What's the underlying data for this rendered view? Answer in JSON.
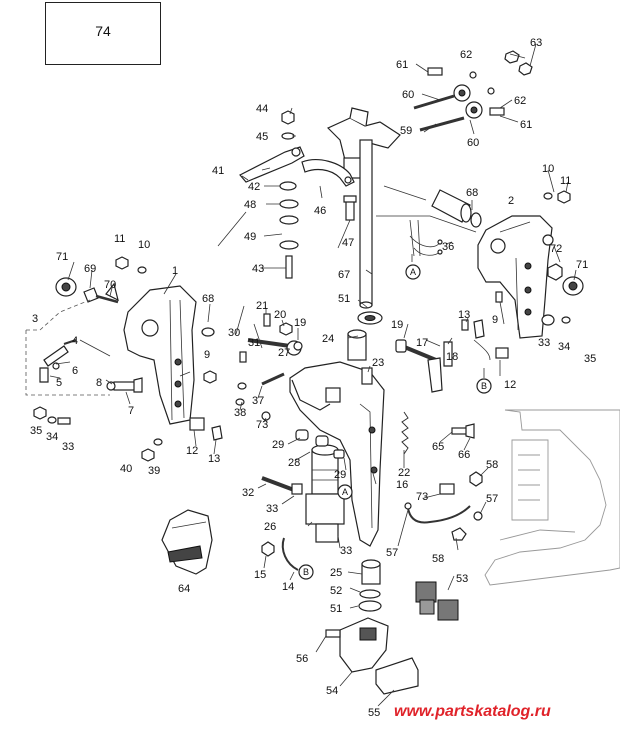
{
  "diagram": {
    "ref_box": "74",
    "watermark": "www.partskatalog.ru",
    "connectors": [
      "A",
      "B"
    ],
    "callouts": [
      {
        "id": "c63",
        "label": "63"
      },
      {
        "id": "c62a",
        "label": "62"
      },
      {
        "id": "c61a",
        "label": "61"
      },
      {
        "id": "c60a",
        "label": "60"
      },
      {
        "id": "c62b",
        "label": "62"
      },
      {
        "id": "c59",
        "label": "59"
      },
      {
        "id": "c61b",
        "label": "61"
      },
      {
        "id": "c60b",
        "label": "60"
      },
      {
        "id": "c44",
        "label": "44"
      },
      {
        "id": "c45",
        "label": "45"
      },
      {
        "id": "c41",
        "label": "41"
      },
      {
        "id": "c42",
        "label": "42"
      },
      {
        "id": "c48",
        "label": "48"
      },
      {
        "id": "c46",
        "label": "46"
      },
      {
        "id": "c49",
        "label": "49"
      },
      {
        "id": "c47",
        "label": "47"
      },
      {
        "id": "c43",
        "label": "43"
      },
      {
        "id": "c67",
        "label": "67"
      },
      {
        "id": "c10a",
        "label": "10"
      },
      {
        "id": "c11a",
        "label": "11"
      },
      {
        "id": "c68a",
        "label": "68"
      },
      {
        "id": "c2",
        "label": "2"
      },
      {
        "id": "c36",
        "label": "36"
      },
      {
        "id": "c72",
        "label": "72"
      },
      {
        "id": "c71a",
        "label": "71"
      },
      {
        "id": "c11b",
        "label": "11"
      },
      {
        "id": "c10b",
        "label": "10"
      },
      {
        "id": "c71b",
        "label": "71"
      },
      {
        "id": "c69",
        "label": "69"
      },
      {
        "id": "c1",
        "label": "1"
      },
      {
        "id": "c70",
        "label": "70"
      },
      {
        "id": "c3",
        "label": "3"
      },
      {
        "id": "c68b",
        "label": "68"
      },
      {
        "id": "c51a",
        "label": "51"
      },
      {
        "id": "c21",
        "label": "21"
      },
      {
        "id": "c20",
        "label": "20"
      },
      {
        "id": "c19a",
        "label": "19"
      },
      {
        "id": "c13a",
        "label": "13"
      },
      {
        "id": "c9a",
        "label": "9"
      },
      {
        "id": "c33a",
        "label": "33"
      },
      {
        "id": "c34a",
        "label": "34"
      },
      {
        "id": "c35a",
        "label": "35"
      },
      {
        "id": "c4",
        "label": "4"
      },
      {
        "id": "c6",
        "label": "6"
      },
      {
        "id": "c5",
        "label": "5"
      },
      {
        "id": "c30",
        "label": "30"
      },
      {
        "id": "c9b",
        "label": "9"
      },
      {
        "id": "c31",
        "label": "31"
      },
      {
        "id": "c27",
        "label": "27"
      },
      {
        "id": "c24",
        "label": "24"
      },
      {
        "id": "c19b",
        "label": "19"
      },
      {
        "id": "c17",
        "label": "17"
      },
      {
        "id": "c18",
        "label": "18"
      },
      {
        "id": "c23",
        "label": "23"
      },
      {
        "id": "c12a",
        "label": "12"
      },
      {
        "id": "c8",
        "label": "8"
      },
      {
        "id": "c7",
        "label": "7"
      },
      {
        "id": "c38",
        "label": "38"
      },
      {
        "id": "c37",
        "label": "37"
      },
      {
        "id": "c35b",
        "label": "35"
      },
      {
        "id": "c34b",
        "label": "34"
      },
      {
        "id": "c33b",
        "label": "33"
      },
      {
        "id": "c73a",
        "label": "73"
      },
      {
        "id": "c29a",
        "label": "29"
      },
      {
        "id": "c65",
        "label": "65"
      },
      {
        "id": "c66",
        "label": "66"
      },
      {
        "id": "c12b",
        "label": "12"
      },
      {
        "id": "c13b",
        "label": "13"
      },
      {
        "id": "c22",
        "label": "22"
      },
      {
        "id": "c40",
        "label": "40"
      },
      {
        "id": "c39",
        "label": "39"
      },
      {
        "id": "c28",
        "label": "28"
      },
      {
        "id": "c29b",
        "label": "29"
      },
      {
        "id": "c58a",
        "label": "58"
      },
      {
        "id": "c16",
        "label": "16"
      },
      {
        "id": "c32",
        "label": "32"
      },
      {
        "id": "c73b",
        "label": "73"
      },
      {
        "id": "c57a",
        "label": "57"
      },
      {
        "id": "c33c",
        "label": "33"
      },
      {
        "id": "c26",
        "label": "26"
      },
      {
        "id": "c33d",
        "label": "33"
      },
      {
        "id": "c57b",
        "label": "57"
      },
      {
        "id": "c58b",
        "label": "58"
      },
      {
        "id": "c15",
        "label": "15"
      },
      {
        "id": "c14",
        "label": "14"
      },
      {
        "id": "c25",
        "label": "25"
      },
      {
        "id": "c53",
        "label": "53"
      },
      {
        "id": "c64",
        "label": "64"
      },
      {
        "id": "c52",
        "label": "52"
      },
      {
        "id": "c51b",
        "label": "51"
      },
      {
        "id": "c56",
        "label": "56"
      },
      {
        "id": "c54",
        "label": "54"
      },
      {
        "id": "c55",
        "label": "55"
      }
    ]
  }
}
